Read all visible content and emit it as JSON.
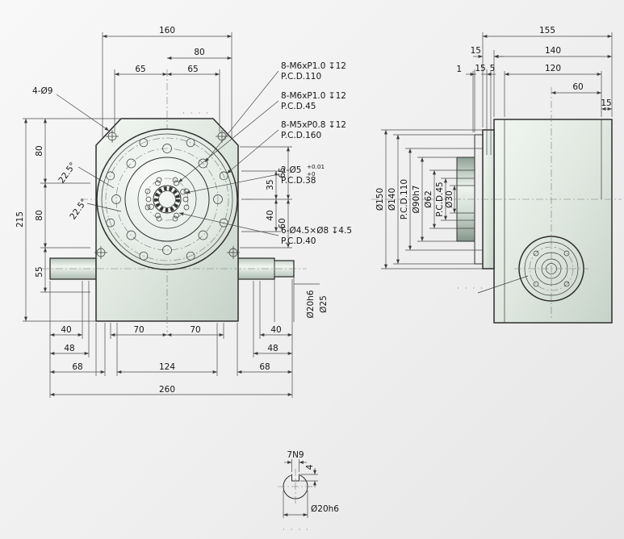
{
  "front": {
    "top": {
      "w160": "160",
      "w80": "80",
      "w65l": "65",
      "w65r": "65",
      "holes": "4-Ø9"
    },
    "left": {
      "h215": "215",
      "h80a": "80",
      "h80b": "80",
      "h55": "55",
      "ang1": "22.5°",
      "ang2": "22.5°"
    },
    "right": {
      "v35": "35",
      "v65": "65",
      "v40": "40",
      "v60": "60"
    },
    "callouts": {
      "c1a": "8-M6xP1.0 ↧12",
      "c1b": "P.C.D.110",
      "c2a": "8-M6xP1.0 ↧12",
      "c2b": "P.C.D.45",
      "c3a": "8-M5xP0.8 ↧12",
      "c3b": "P.C.D.160",
      "c4a": "2-Ø5",
      "c4tol_top": "+0.01",
      "c4tol_bot": "+0",
      "c4b": "P.C.D.38",
      "c5a": "6-Ø4.5×Ø8 ↧4.5",
      "c5b": "P.C.D.40"
    },
    "bottom": {
      "b40l": "40",
      "b70l": "70",
      "b70r": "70",
      "b40r": "40",
      "b48l": "48",
      "b48r": "48",
      "b68l": "68",
      "b124": "124",
      "b68r": "68",
      "b260": "260"
    },
    "shaft": {
      "d20": "Ø20h6",
      "d25": "Ø25"
    }
  },
  "side": {
    "top": {
      "t155": "155",
      "t15a": "15",
      "t140": "140",
      "t1": "1",
      "t15b": "15",
      "t5": "5",
      "t120": "120",
      "t60": "60",
      "t15c": "15"
    },
    "diameters": {
      "d150": "Ø150",
      "d140": "Ø140",
      "pcd110": "P.C.D.110",
      "d90": "Ø90h7",
      "d62": "Ø62",
      "pcd45": "P.C.D.45",
      "d30": "Ø30"
    }
  },
  "detail": {
    "key_width": "7N9",
    "key_depth": "4",
    "shaft_dia": "Ø20h6"
  },
  "marks": {
    "dots": "· · · ·"
  }
}
